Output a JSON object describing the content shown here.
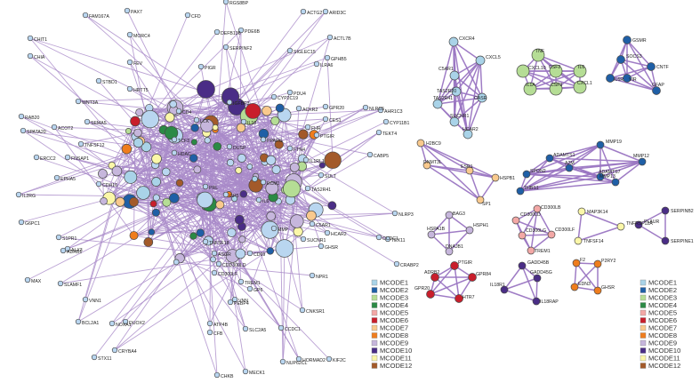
{
  "colors": {
    "MCODE1": "#a9d3e8",
    "MCODE2": "#1f5fa6",
    "MCODE3": "#b5dd95",
    "MCODE4": "#2b8a45",
    "MCODE5": "#f3a8a6",
    "MCODE6": "#c81e2b",
    "MCODE7": "#f9c98d",
    "MCODE8": "#ef7d1d",
    "MCODE9": "#c6b6dc",
    "MCODE10": "#4a2d86",
    "MCODE11": "#fbf7a8",
    "MCODE12": "#a35a2a",
    "default": "#b9d6f0"
  },
  "legend_left": [
    "MCODE1",
    "MCODE2",
    "MCODE3",
    "MCODE4",
    "MCODE5",
    "MCODE6",
    "MCODE7",
    "MCODE8",
    "MCODE9",
    "MCODE10",
    "MCODE11",
    "MCODE12"
  ],
  "legend_right": [
    "MCODE1",
    "MCODE2",
    "MCODE3",
    "MCODE4",
    "MCODE5",
    "MCODE6",
    "MCODE7",
    "MCODE8",
    "MCODE9",
    "MCODE10",
    "MCODE11",
    "MCODE12"
  ],
  "main_labels": [
    "RGS8BP",
    "ACTG2",
    "ARID3C",
    "ACTL7B",
    "FAM167A",
    "PAX7",
    "CFD",
    "PDE6B",
    "DEFB136",
    "CHIT1",
    "MORC4",
    "SERPINF2",
    "SIGLEC15",
    "GPHB5",
    "CHIA",
    "FEV",
    "PIGR",
    "ILRA6",
    "STBD1",
    "HRTT5",
    "PDU4",
    "CYP2C19",
    "ACKR2",
    "WNT3A",
    "IGFBP3",
    "CD4",
    "LCK",
    "IL10",
    "CES1",
    "GPR20",
    "RAB20",
    "ACOT2",
    "SEMA5",
    "FHR",
    "PTGIR",
    "TCF3",
    "PPARG",
    "SPATA20",
    "ERCC2",
    "FNSAP1",
    "IL1RL1",
    "CABP5",
    "NLRC5",
    "TNFSF12",
    "HDAC",
    "DUSP",
    "FTN4",
    "AHR1C3",
    "CYP11B1",
    "TEKT4",
    "EPHA5",
    "CDH16",
    "IL2RG",
    "SULT",
    "PRL",
    "GP5",
    "ECM1",
    "IL6",
    "C5AR1",
    "NLRP3",
    "CCDC1",
    "G6PC1",
    "S1PR1",
    "TAS2R41",
    "ALX3",
    "TREM1",
    "TNFSF18",
    "SUCNR1",
    "MMP",
    "GHSR",
    "CDD300LD",
    "CD300LF",
    "ADRB1",
    "CD69",
    "ASGR",
    "HCAR2",
    "TEX11",
    "MAX",
    "GP6",
    "NPR1",
    "PEBP4",
    "CNKSR1",
    "SLAMF1",
    "VNN",
    "CFB",
    "CCDC1",
    "CRABP2",
    "BCL2A1",
    "NOXA1",
    "ATP4B",
    "SLC2A5",
    "NUP62CL",
    "KIF2C",
    "DUOX2",
    "CRYBA4",
    "STX11",
    "HORMAD2",
    "CHKB",
    "MECK1",
    "VNN1"
  ],
  "clusters": {
    "c1": [
      "CXCR4",
      "CXCL5",
      "C5AR1",
      "TAS2R20",
      "CASR",
      "TAS2R41",
      "SUCNR1",
      "HCAR2"
    ],
    "c2": [
      "TNF",
      "CXCL10",
      "CSF2",
      "IL6",
      "IL1A",
      "CSF3",
      "CXCL1"
    ],
    "c3": [
      "GSMR",
      "SOCS3",
      "CNTF",
      "IL6R",
      "GFAP",
      "VIR"
    ],
    "c4": [
      "H2BC9",
      "DNMT3L",
      "ESR1",
      "HSPB1",
      "SP1"
    ],
    "c5": [
      "ADAMTS1",
      "MMP19",
      "SPON2",
      "ADAMTS7",
      "A2M",
      "MMP12",
      "THBS1",
      "MMP13"
    ],
    "c6": [
      "BAG3",
      "HSPA1B",
      "HSPH1",
      "DNAJB1"
    ],
    "c7": [
      "CD300LB",
      "CD300LD",
      "CD300LG",
      "CD300LF",
      "TREM1"
    ],
    "c8": [
      "MAP3K14",
      "TNFRSF12A",
      "TNFSF14"
    ],
    "c9": [
      "SERPINB2",
      "PLAUR",
      "SERPINE1"
    ],
    "c10": [
      "PTGIR",
      "ADRB2",
      "GPR84",
      "GPR20",
      "HTR7"
    ],
    "c11": [
      "GADD45B",
      "IL18R1",
      "GADD45G",
      "IL18RAP"
    ],
    "c12": [
      "F2",
      "P2RY2",
      "EDN3",
      "GHSR"
    ]
  }
}
